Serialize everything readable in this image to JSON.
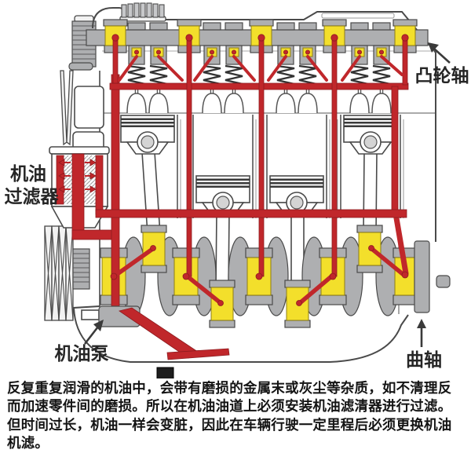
{
  "diagram": {
    "type": "engine-lubrication-system-cutaway",
    "labels": {
      "oil_filter": {
        "line1": "机油",
        "line2": "过滤器"
      },
      "oil_pump": "机油泵",
      "camshaft": "凸轮轴",
      "crankshaft": "曲轴"
    },
    "colors": {
      "oil_passage_red": "#c0272b",
      "bearing_yellow": "#f3df2b",
      "metal_gray": "#aeafb1",
      "outline_dark": "#4a4a4a"
    },
    "parts_shown": [
      "camshaft",
      "valve lifters",
      "valve springs",
      "pistons",
      "connecting rods",
      "crankshaft",
      "main bearings",
      "oil filter",
      "oil pump",
      "oil pickup strainer",
      "oil pan",
      "flywheel",
      "timing gear",
      "pulleys",
      "drain plug"
    ]
  },
  "caption": {
    "lines": [
      "反复重复润滑的机油中，会带有磨损的金属末或灰尘等杂质，如不清理反",
      "而加速零件间的磨损。所以在机油油道上必须安装机油滤清器进行过滤。",
      "但时间过长，机油一样会变脏，因此在车辆行驶一定里程后必须更换机油",
      "机滤。"
    ]
  }
}
